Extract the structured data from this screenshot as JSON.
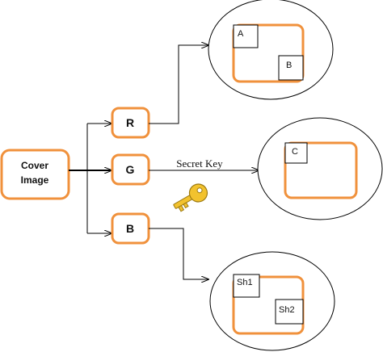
{
  "diagram": {
    "cover": {
      "line1": "Cover",
      "line2": "Image"
    },
    "channels": {
      "r": "R",
      "g": "G",
      "b": "B"
    },
    "key_label": "Secret Key",
    "circle_top": {
      "block_a": "A",
      "block_b": "B"
    },
    "circle_middle": {
      "block_c": "C"
    },
    "circle_bottom": {
      "block_sh1": "Sh1",
      "block_sh2": "Sh2"
    },
    "colors": {
      "accent": "#F0913C",
      "key": "#F2C22E",
      "line": "#000000"
    }
  }
}
